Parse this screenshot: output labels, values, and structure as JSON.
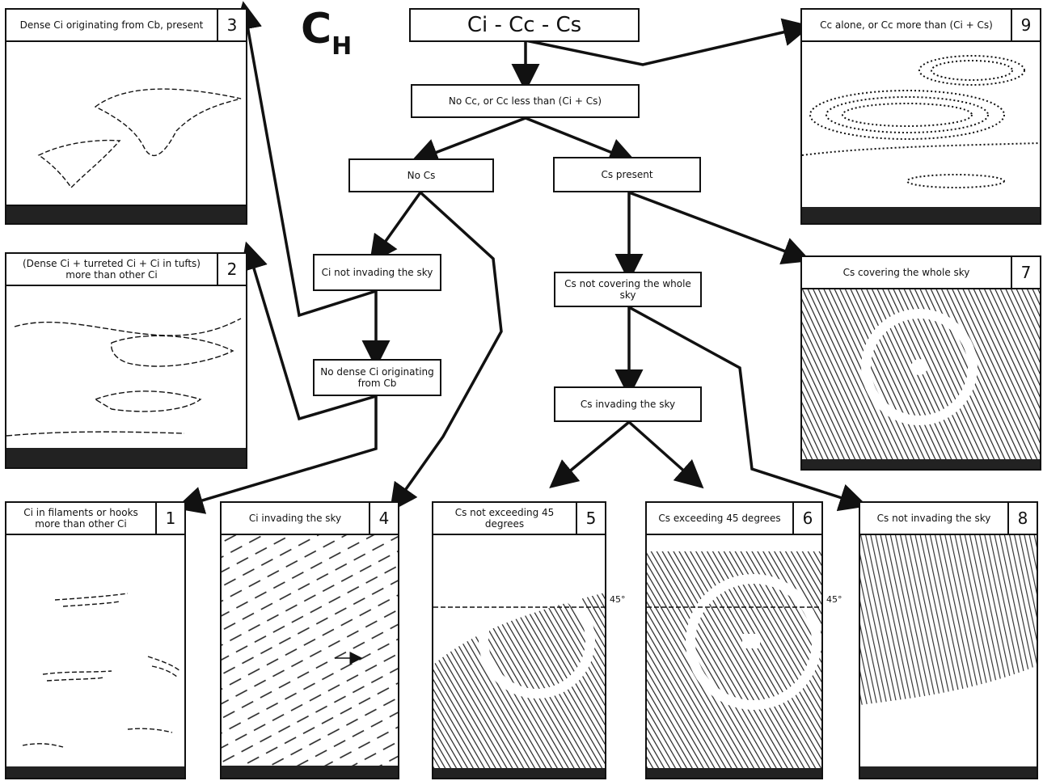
{
  "title": {
    "main": "C",
    "sub": "H"
  },
  "nodes": {
    "root": "Ci - Cc - Cs",
    "no_cc": "No Cc, or Cc less than (Ci + Cs)",
    "no_cs": "No Cs",
    "cs_present": "Cs present",
    "ci_not_invading": "Ci not invading the sky",
    "no_dense_ci": "No dense Ci originating from Cb",
    "cs_not_covering": "Cs not covering the whole sky",
    "cs_invading": "Cs invading the sky"
  },
  "panels": {
    "p1": {
      "caption": "Ci in filaments or hooks more than other Ci",
      "number": "1"
    },
    "p2": {
      "caption": "(Dense Ci + turreted Ci + Ci in tufts) more than other Ci",
      "number": "2"
    },
    "p3": {
      "caption": "Dense Ci originating from Cb, present",
      "number": "3"
    },
    "p4": {
      "caption": "Ci invading the sky",
      "number": "4"
    },
    "p5": {
      "caption": "Cs not exceeding 45 degrees",
      "number": "5",
      "angle_label": "45°"
    },
    "p6": {
      "caption": "Cs exceeding 45 degrees",
      "number": "6",
      "angle_label": "45°"
    },
    "p7": {
      "caption": "Cs covering the whole sky",
      "number": "7"
    },
    "p8": {
      "caption": "Cs not invading the sky",
      "number": "8"
    },
    "p9": {
      "caption": "Cc alone, or Cc more than (Ci + Cs)",
      "number": "9"
    }
  }
}
